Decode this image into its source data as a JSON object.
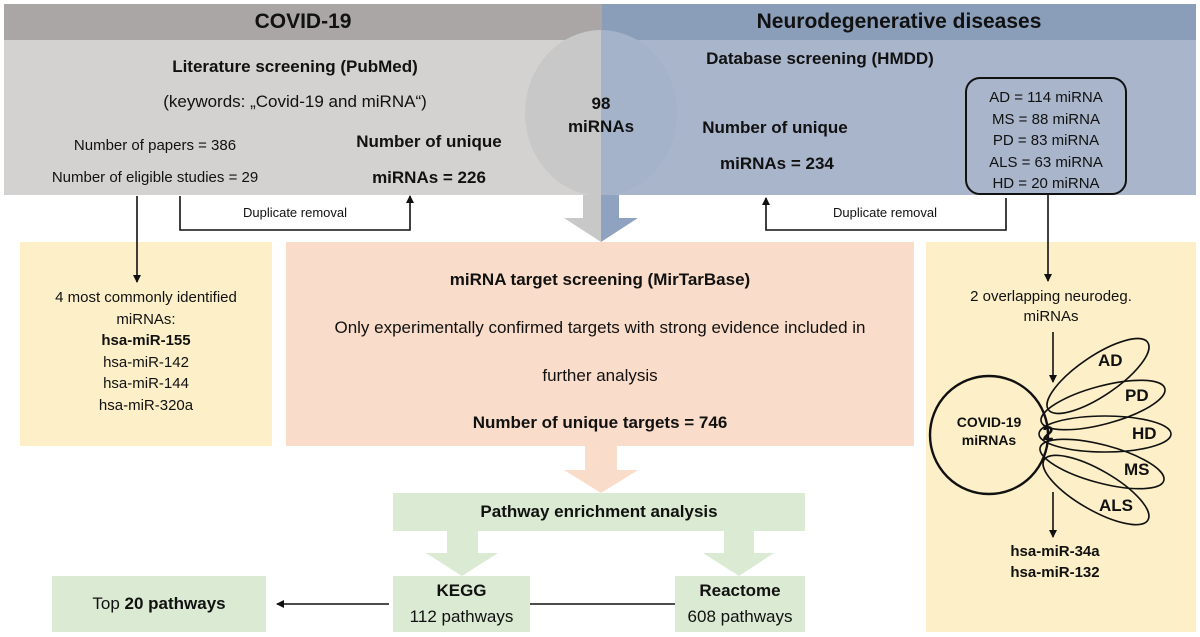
{
  "colors": {
    "covid_header": "#a9a6a5",
    "neuro_header": "#8a9db9",
    "covid_panel": "#d3d2d1",
    "neuro_panel": "#a9b5cb",
    "yellow_box": "#fdf0c8",
    "peach_box": "#f9dcc9",
    "green_box": "#dbead3",
    "circle_fill": "#a4b3c9"
  },
  "headers": {
    "covid": "COVID-19",
    "neuro": "Neurodegenerative diseases"
  },
  "covid_panel": {
    "title": "Literature screening (PubMed)",
    "keywords": "(keywords: „Covid-19 and miRNA“)",
    "papers": "Number of papers = 386",
    "eligible": "Number of eligible studies = 29",
    "unique_line1": "Number of unique",
    "unique_line2": "miRNAs = 226",
    "duplicate_removal": "Duplicate removal"
  },
  "overlap": {
    "count": "98",
    "label": "miRNAs"
  },
  "neuro_panel": {
    "title": "Database screening (HMDD)",
    "unique_line1": "Number of unique",
    "unique_line2": "miRNAs = 234",
    "duplicate_removal": "Duplicate removal",
    "diseases": [
      "AD = 114 miRNA",
      "MS = 88 miRNA",
      "PD = 83 miRNA",
      "ALS = 63 miRNA",
      "HD = 20 miRNA"
    ]
  },
  "common_box": {
    "title_line1": "4 most commonly identified",
    "title_line2": "miRNAs:",
    "mirnas": [
      "hsa-miR-155",
      "hsa-miR-142",
      "hsa-miR-144",
      "hsa-miR-320a"
    ]
  },
  "target_box": {
    "title": "miRNA target screening (MirTarBase)",
    "line1": "Only experimentally confirmed targets with strong evidence included in",
    "line2": "further analysis",
    "result": "Number of unique targets = 746"
  },
  "neurodeg_box": {
    "title_line1": "2 overlapping neurodeg.",
    "title_line2": "miRNAs",
    "circle_line1": "COVID-19",
    "circle_line2": "miRNAs",
    "overlap_count": "2",
    "petals": [
      "AD",
      "PD",
      "HD",
      "MS",
      "ALS"
    ],
    "result": [
      "hsa-miR-34a",
      "hsa-miR-132"
    ]
  },
  "pathway": {
    "title": "Pathway enrichment analysis",
    "kegg_name": "KEGG",
    "kegg_count": "112 pathways",
    "reactome_name": "Reactome",
    "reactome_count": "608 pathways",
    "top_prefix": "Top ",
    "top_number": "20",
    "top_suffix": " pathways"
  }
}
